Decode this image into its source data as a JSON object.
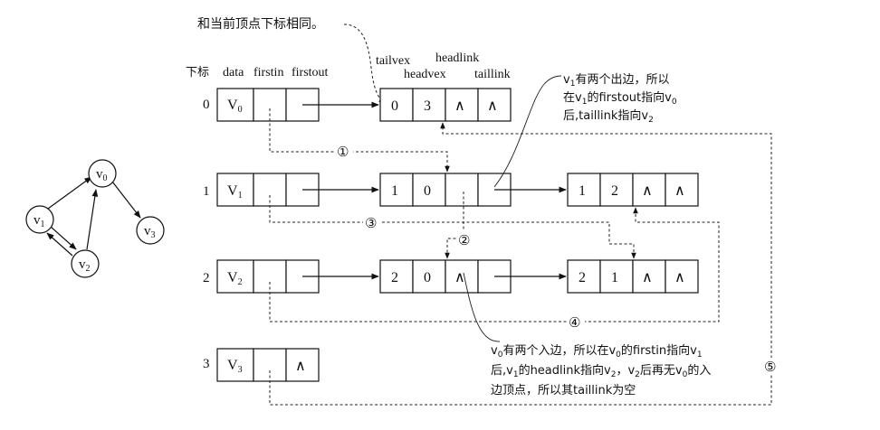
{
  "note_top": "和当前顶点下标相同。",
  "headers": {
    "index": "下标",
    "data": "data",
    "firstin": "firstin",
    "firstout": "firstout",
    "tailvex": "tailvex",
    "headvex": "headvex",
    "headlink": "headlink",
    "taillink": "taillink"
  },
  "vertices": [
    {
      "index": "0",
      "name": "V",
      "sub": "0"
    },
    {
      "index": "1",
      "name": "V",
      "sub": "1"
    },
    {
      "index": "2",
      "name": "V",
      "sub": "2"
    },
    {
      "index": "3",
      "name": "V",
      "sub": "3"
    }
  ],
  "null_symbol": "∧",
  "edges": [
    {
      "tail": "0",
      "head": "3"
    },
    {
      "tail": "1",
      "head": "0"
    },
    {
      "tail": "1",
      "head": "2"
    },
    {
      "tail": "2",
      "head": "0"
    },
    {
      "tail": "2",
      "head": "1"
    }
  ],
  "markers": [
    "①",
    "②",
    "③",
    "④",
    "⑤"
  ],
  "graph_nodes": [
    {
      "name": "v",
      "sub": "0"
    },
    {
      "name": "v",
      "sub": "1"
    },
    {
      "name": "v",
      "sub": "2"
    },
    {
      "name": "v",
      "sub": "3"
    }
  ],
  "note_right": {
    "lines": [
      [
        {
          "t": "v"
        },
        {
          "t": "1",
          "sub": true
        },
        {
          "t": "有两个出边，所以"
        }
      ],
      [
        {
          "t": "在v"
        },
        {
          "t": "1",
          "sub": true
        },
        {
          "t": "的firstout指向v"
        },
        {
          "t": "0",
          "sub": true
        }
      ],
      [
        {
          "t": "后,taillink指向v"
        },
        {
          "t": "2",
          "sub": true
        }
      ]
    ]
  },
  "note_bottom": {
    "lines": [
      [
        {
          "t": "v"
        },
        {
          "t": "0",
          "sub": true
        },
        {
          "t": "有两个入边，所以在v"
        },
        {
          "t": "0",
          "sub": true
        },
        {
          "t": "的firstin指向v"
        },
        {
          "t": "1",
          "sub": true
        }
      ],
      [
        {
          "t": "后,v"
        },
        {
          "t": "1",
          "sub": true
        },
        {
          "t": "的headlink指向v"
        },
        {
          "t": "2",
          "sub": true
        },
        {
          "t": "，v"
        },
        {
          "t": "2",
          "sub": true
        },
        {
          "t": "后再无v"
        },
        {
          "t": "0",
          "sub": true
        },
        {
          "t": "的入"
        }
      ],
      [
        {
          "t": "边顶点，所以其taillink为空"
        }
      ]
    ]
  }
}
